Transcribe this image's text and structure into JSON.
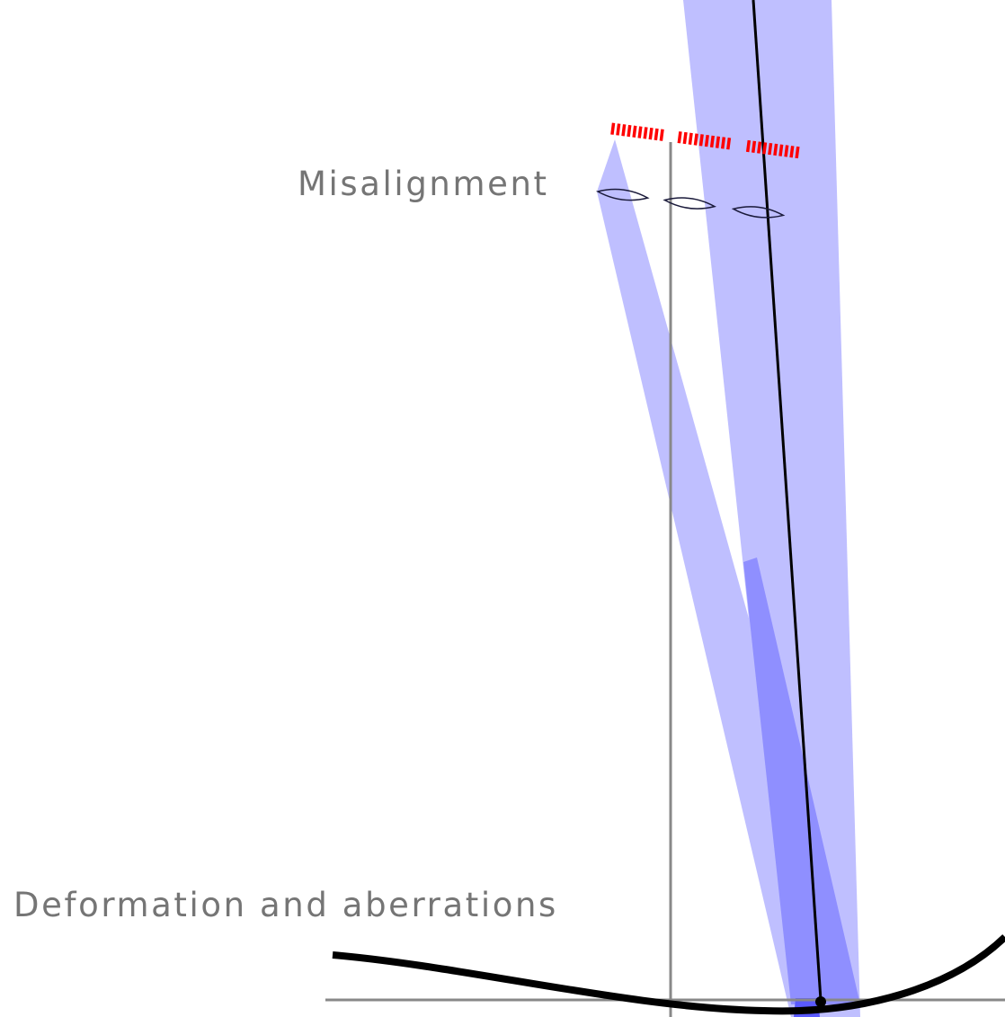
{
  "labels": {
    "misalignment": "Misalignment",
    "deformation": "Deformation and aberrations"
  },
  "colors": {
    "beam_fill": "#bfbfff",
    "beam_overlap": "#8f8fff",
    "beam_core": "#5a5aff",
    "sensor_red": "#ff0000",
    "reference_lines": "#888888",
    "mirror_surface": "#000000",
    "optical_axis": "#000000",
    "label_text": "#757575"
  },
  "elements": {
    "sensor_segments": 3,
    "lenses": 3
  }
}
